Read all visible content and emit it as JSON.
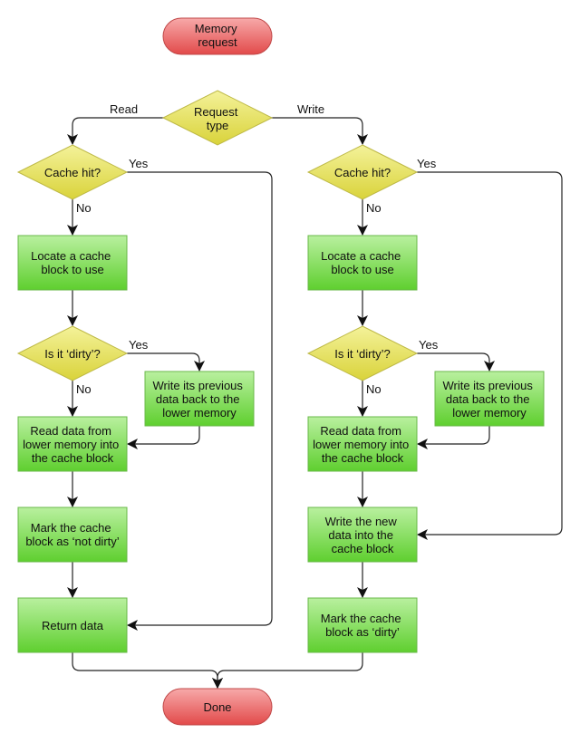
{
  "start": [
    "Memory",
    "request"
  ],
  "end": [
    "Done"
  ],
  "request_type": [
    "Request",
    "type"
  ],
  "edges": {
    "read": "Read",
    "write": "Write",
    "yes": "Yes",
    "no": "No"
  },
  "read_branch": {
    "cache_hit": [
      "Cache hit?"
    ],
    "locate": [
      "Locate a cache",
      "block to use"
    ],
    "dirty_check": [
      "Is it ‘dirty’?"
    ],
    "write_back": [
      "Write its previous",
      "data back to the",
      "lower memory"
    ],
    "read_data": [
      "Read data from",
      "lower memory into",
      "the cache block"
    ],
    "mark": [
      "Mark the cache",
      "block as ‘not dirty’"
    ],
    "return": [
      "Return data"
    ]
  },
  "write_branch": {
    "cache_hit": [
      "Cache hit?"
    ],
    "locate": [
      "Locate a cache",
      "block to use"
    ],
    "dirty_check": [
      "Is it ‘dirty’?"
    ],
    "write_back": [
      "Write its previous",
      "data back to the",
      "lower memory"
    ],
    "read_data": [
      "Read data from",
      "lower memory into",
      "the cache block"
    ],
    "write_new": [
      "Write the new",
      "data into the",
      "cache block"
    ],
    "mark": [
      "Mark the cache",
      "block as ‘dirty’"
    ]
  },
  "colors": {
    "terminal_fill": "#ef6b6b",
    "terminal_stroke": "#b23a3a",
    "decision_fill": "#e8e45a",
    "decision_stroke": "#b5b03a",
    "process_fill": "#7fdd5a",
    "process_stroke": "#58b53a"
  }
}
